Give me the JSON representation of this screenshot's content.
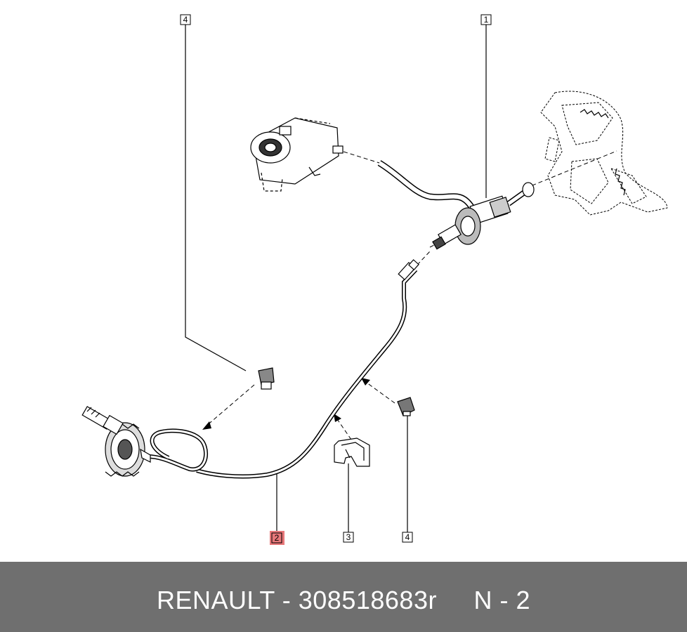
{
  "callouts": [
    {
      "id": "callout-1",
      "label": "1",
      "highlighted": false
    },
    {
      "id": "callout-2",
      "label": "2",
      "highlighted": true
    },
    {
      "id": "callout-3",
      "label": "3",
      "highlighted": false
    },
    {
      "id": "callout-4-top",
      "label": "4",
      "highlighted": false
    },
    {
      "id": "callout-4-bottom",
      "label": "4",
      "highlighted": false
    }
  ],
  "footer": {
    "brand": "RENAULT",
    "separator": "-",
    "part_number": "308518683r",
    "position": "N - 2",
    "background": "#6f6f6f",
    "text_color": "#ffffff"
  },
  "colors": {
    "highlight": "#e8787a",
    "line": "#000000"
  }
}
